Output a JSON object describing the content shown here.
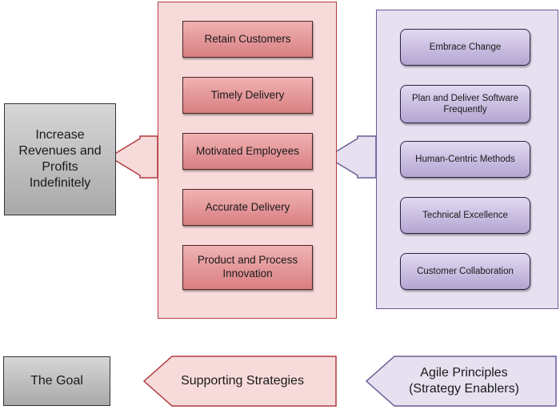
{
  "goal": {
    "label": "Increase Revenues and Profits Indefinitely"
  },
  "strategies": [
    "Retain Customers",
    "Timely Delivery",
    "Motivated Employees",
    "Accurate Delivery",
    "Product and Process Innovation"
  ],
  "principles": [
    "Embrace Change",
    "Plan and Deliver Software Frequently",
    "Human-Centric Methods",
    "Technical Excellence",
    "Customer Collaboration"
  ],
  "legend": {
    "goal": "The Goal",
    "strategies": "Supporting Strategies",
    "principles_line1": "Agile Principles",
    "principles_line2": "(Strategy Enablers)"
  },
  "colors": {
    "goal_fill": "#c0c0c0",
    "strategy_panel": "#f7dada",
    "strategy_border": "#b23a3f",
    "principle_panel": "#e6e0f1",
    "principle_border": "#6a5a94"
  }
}
